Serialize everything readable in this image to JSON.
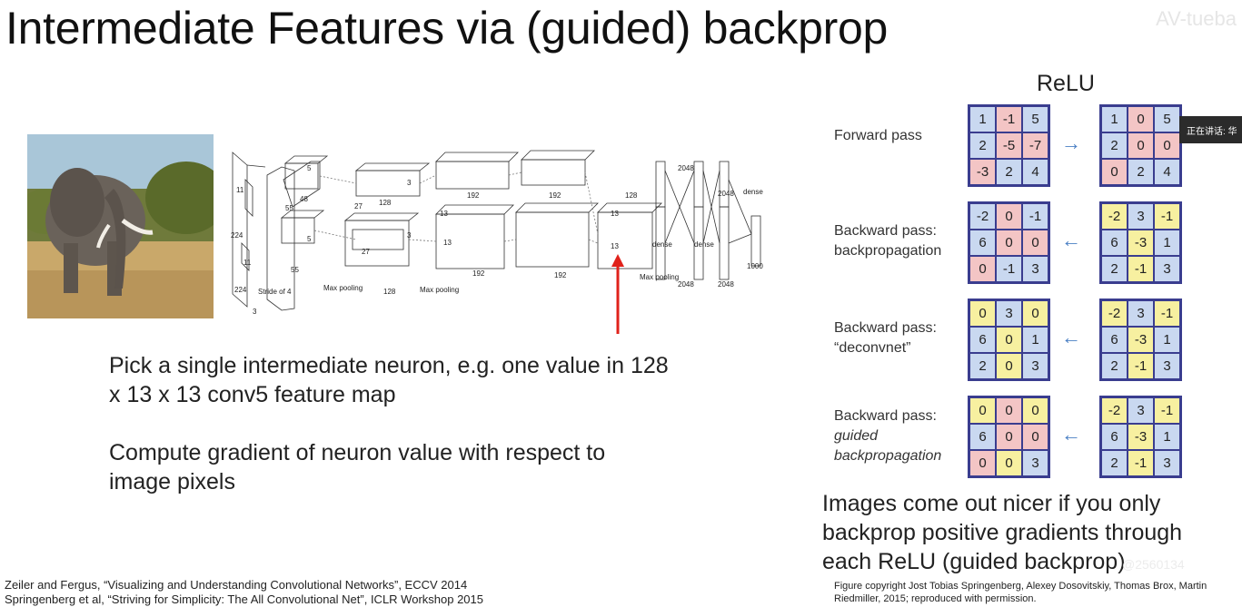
{
  "slide": {
    "title": "Intermediate Features via (guided) backprop",
    "watermark_top": "AV-tueba",
    "bullets": [
      "Pick a single intermediate neuron, e.g. one value in 128 x 13 x 13 conv5 feature map",
      "Compute gradient of neuron value with respect to image pixels"
    ],
    "references": [
      "Zeiler and Fergus, “Visualizing and Understanding Convolutional Networks”, ECCV 2014",
      "Springenberg et al, “Striving for Simplicity: The All Convolutional Net”, ICLR Workshop 2015"
    ]
  },
  "architecture": {
    "labels": [
      "224",
      "224",
      "3",
      "11",
      "11",
      "Stride of 4",
      "55",
      "55",
      "48",
      "5",
      "5",
      "27",
      "27",
      "128",
      "128",
      "3",
      "3",
      "13",
      "13",
      "192",
      "192",
      "192",
      "192",
      "13",
      "13",
      "128",
      "dense",
      "dense",
      "dense",
      "2048",
      "2048",
      "2048",
      "2048",
      "1000",
      "Max pooling",
      "Max pooling",
      "Max pooling"
    ]
  },
  "relu": {
    "title": "ReLU",
    "rows": [
      {
        "label_lines": [
          "Forward pass"
        ],
        "italic_lines": [],
        "arrow": "→",
        "left": [
          [
            "1",
            "-1",
            "5"
          ],
          [
            "2",
            "-5",
            "-7"
          ],
          [
            "-3",
            "2",
            "4"
          ]
        ],
        "left_colors": [
          [
            "b",
            "r",
            "b"
          ],
          [
            "b",
            "r",
            "r"
          ],
          [
            "r",
            "b",
            "b"
          ]
        ],
        "right": [
          [
            "1",
            "0",
            "5"
          ],
          [
            "2",
            "0",
            "0"
          ],
          [
            "0",
            "2",
            "4"
          ]
        ],
        "right_colors": [
          [
            "b",
            "r",
            "b"
          ],
          [
            "b",
            "r",
            "r"
          ],
          [
            "r",
            "b",
            "b"
          ]
        ]
      },
      {
        "label_lines": [
          "Backward pass:",
          "backpropagation"
        ],
        "italic_lines": [],
        "arrow": "←",
        "left": [
          [
            "-2",
            "0",
            "-1"
          ],
          [
            "6",
            "0",
            "0"
          ],
          [
            "0",
            "-1",
            "3"
          ]
        ],
        "left_colors": [
          [
            "b",
            "r",
            "b"
          ],
          [
            "b",
            "r",
            "r"
          ],
          [
            "r",
            "b",
            "b"
          ]
        ],
        "right": [
          [
            "-2",
            "3",
            "-1"
          ],
          [
            "6",
            "-3",
            "1"
          ],
          [
            "2",
            "-1",
            "3"
          ]
        ],
        "right_colors": [
          [
            "y",
            "b",
            "y"
          ],
          [
            "b",
            "y",
            "b"
          ],
          [
            "b",
            "y",
            "b"
          ]
        ]
      },
      {
        "label_lines": [
          "Backward pass:",
          "“deconvnet”"
        ],
        "italic_lines": [],
        "arrow": "←",
        "left": [
          [
            "0",
            "3",
            "0"
          ],
          [
            "6",
            "0",
            "1"
          ],
          [
            "2",
            "0",
            "3"
          ]
        ],
        "left_colors": [
          [
            "y",
            "b",
            "y"
          ],
          [
            "b",
            "y",
            "b"
          ],
          [
            "b",
            "y",
            "b"
          ]
        ],
        "right": [
          [
            "-2",
            "3",
            "-1"
          ],
          [
            "6",
            "-3",
            "1"
          ],
          [
            "2",
            "-1",
            "3"
          ]
        ],
        "right_colors": [
          [
            "y",
            "b",
            "y"
          ],
          [
            "b",
            "y",
            "b"
          ],
          [
            "b",
            "y",
            "b"
          ]
        ]
      },
      {
        "label_lines": [
          "Backward pass:"
        ],
        "italic_lines": [
          "guided",
          "backpropagation"
        ],
        "arrow": "←",
        "left": [
          [
            "0",
            "0",
            "0"
          ],
          [
            "6",
            "0",
            "0"
          ],
          [
            "0",
            "0",
            "3"
          ]
        ],
        "left_colors": [
          [
            "y",
            "r",
            "y"
          ],
          [
            "b",
            "r",
            "r"
          ],
          [
            "r",
            "y",
            "b"
          ]
        ],
        "right": [
          [
            "-2",
            "3",
            "-1"
          ],
          [
            "6",
            "-3",
            "1"
          ],
          [
            "2",
            "-1",
            "3"
          ]
        ],
        "right_colors": [
          [
            "y",
            "b",
            "y"
          ],
          [
            "b",
            "y",
            "b"
          ],
          [
            "b",
            "y",
            "b"
          ]
        ]
      }
    ],
    "conclusion": "Images come out nicer if you only backprop positive gradients through each ReLU (guided backprop)",
    "copyright": "Figure copyright Jost Tobias Springenberg, Alexey Dosovitskiy, Thomas Brox, Martin Riedmiller, 2015; reproduced with permission."
  },
  "overlay": {
    "popup_text": "正在讲话: 华",
    "watermark_bottom": "@2560134"
  },
  "colors": {
    "grid_blue": "#c9d8f0",
    "grid_red": "#f3c5c5",
    "grid_yellow": "#f7f0a0",
    "grid_border": "#3a3d8f",
    "arrow_blue": "#4a7fc4",
    "pointer_red": "#e0221b"
  },
  "icons": {
    "photo": "elephant-photo",
    "pointer": "red-arrow-icon"
  }
}
